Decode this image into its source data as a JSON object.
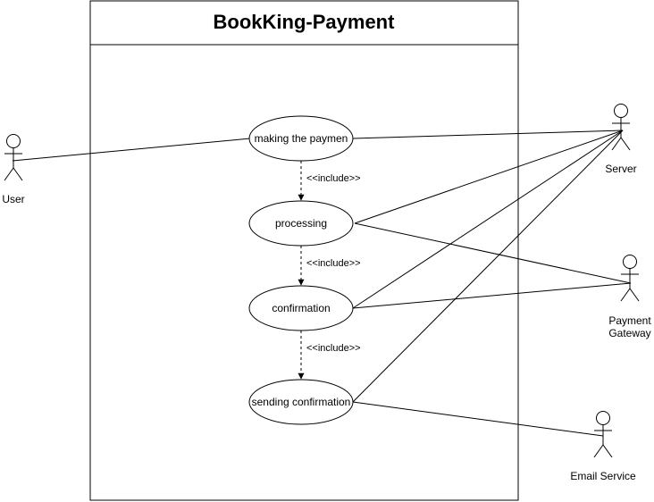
{
  "system": {
    "title": "BookKing-Payment"
  },
  "use_cases": {
    "making_payment": "making the paymen",
    "processing": "processing",
    "confirmation": "confirmation",
    "sending_confirmation": "sending confirmation"
  },
  "actors": {
    "user": [
      "User"
    ],
    "server": [
      "Server"
    ],
    "payment_gateway": [
      "Payment",
      "Gateway"
    ],
    "email_service": [
      "Email Service"
    ]
  },
  "relations": {
    "include_label": "<<include>>"
  }
}
